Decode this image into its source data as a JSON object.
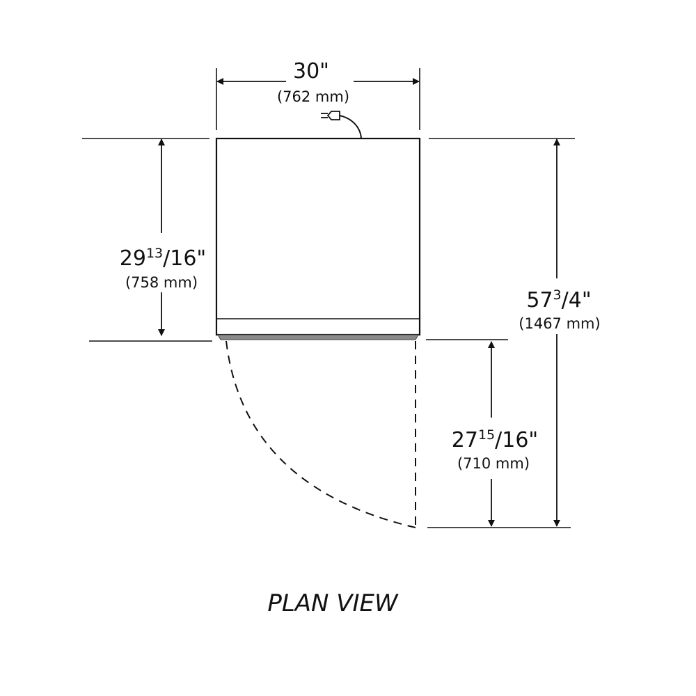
{
  "width_dim": {
    "imperial": "30\"",
    "metric": "(762 mm)"
  },
  "depth_dim": {
    "whole": "29",
    "frac_num": "13",
    "frac_rest": "/16\"",
    "metric": "(758 mm)"
  },
  "total_dim": {
    "whole": "57",
    "frac_num": "3",
    "frac_rest": "/4\"",
    "metric": "(1467 mm)"
  },
  "door_dim": {
    "whole": "27",
    "frac_num": "15",
    "frac_rest": "/16\"",
    "metric": "(710 mm)"
  },
  "caption": "PLAN VIEW",
  "colors": {
    "line": "#111111",
    "door_strip": "#8a8a8a",
    "background": "#ffffff"
  },
  "icons": [
    "power-plug-icon"
  ]
}
